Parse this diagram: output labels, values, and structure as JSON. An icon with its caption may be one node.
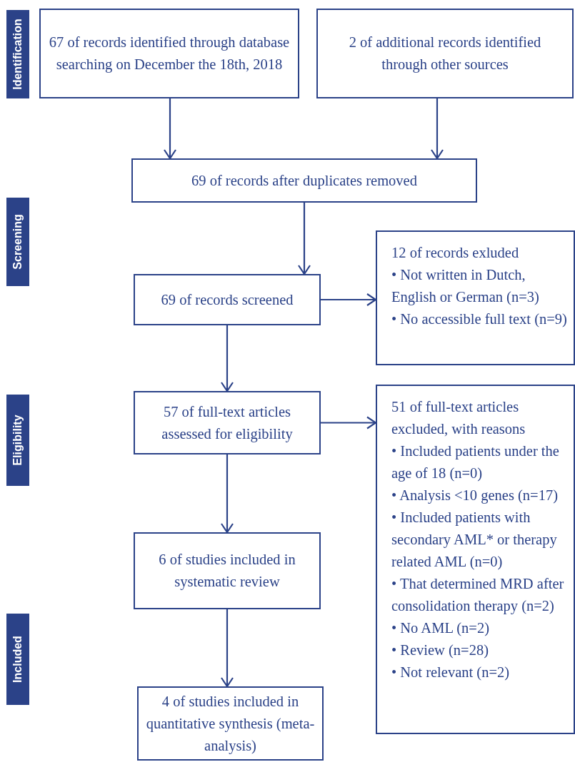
{
  "diagram": {
    "nodes": [
      {
        "text": [
          "Identification"
        ]
      },
      {
        "text": [
          "67 of records identified through database searching on December the 18th, 2018"
        ]
      },
      {
        "text": [
          "2 of additional records identified through other sources"
        ]
      },
      {
        "text": [
          "69 of records after duplicates removed"
        ]
      },
      {
        "text": [
          "Screening"
        ]
      },
      {
        "text": [
          "69 of records screened"
        ]
      },
      {
        "text": [
          "12 of records exluded",
          "• Not written in Dutch, English or German (n=3)",
          "• No accessible full text (n=9)"
        ]
      },
      {
        "text": [
          "Eligibility"
        ]
      },
      {
        "text": [
          "57 of full-text articles assessed for eligibility"
        ]
      },
      {
        "text": [
          "51 of full-text articles excluded, with reasons",
          "• Included patients under the age of 18 (n=0)",
          "• Analysis <10 genes (n=17)",
          "• Included patients with secondary AML* or therapy related AML (n=0)",
          "• That determined MRD after consolidation therapy (n=2)",
          "• No AML (n=2)",
          "• Review (n=28)",
          "• Not relevant (n=2)"
        ]
      },
      {
        "text": [
          "Included"
        ]
      },
      {
        "text": [
          "6 of studies included in systematic review"
        ]
      },
      {
        "text": [
          "4 of studies included in quantitative synthesis (meta-analysis)"
        ]
      }
    ],
    "edges": [
      {
        "from": 1,
        "to": 3,
        "arrow": "to"
      },
      {
        "from": 2,
        "to": 3,
        "arrow": "to"
      },
      {
        "from": 3,
        "to": 5,
        "arrow": "to"
      },
      {
        "from": 5,
        "to": 6,
        "arrow": "to"
      },
      {
        "from": 5,
        "to": 8,
        "arrow": "to"
      },
      {
        "from": 8,
        "to": 9,
        "arrow": "to"
      },
      {
        "from": 8,
        "to": 11,
        "arrow": "to"
      },
      {
        "from": 11,
        "to": 12,
        "arrow": "to"
      }
    ]
  }
}
